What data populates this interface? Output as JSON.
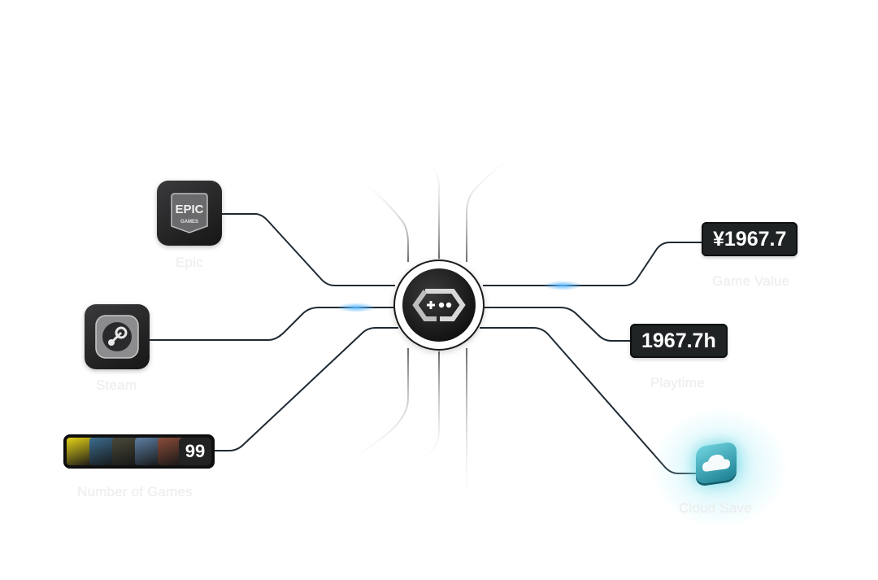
{
  "sources": {
    "epic": {
      "label": "Epic",
      "logo_top": "EPIC",
      "logo_bottom": "GAMES"
    },
    "steam": {
      "label": "Steam"
    },
    "games": {
      "label": "Number of Games",
      "count": "99"
    }
  },
  "hub": {
    "icon": "controller-link-icon"
  },
  "metrics": {
    "game_value": {
      "value": "¥1967.7",
      "label": "Game Value"
    },
    "playtime": {
      "value": "1967.7h",
      "label": "Playtime"
    },
    "cloud_save": {
      "label": "Cloud Save",
      "icon": "cloud-icon"
    }
  },
  "colors": {
    "line": "#1f2a33",
    "fade_line": "#c8c8c8",
    "pulse": "#5ab8ff",
    "tile": "#242426",
    "chip": "#1f2324",
    "cloud": "#4fc3d2"
  },
  "cover_colors": [
    "#e5d21a",
    "#3c6d8f",
    "#4a4a3a",
    "#5d7fa3",
    "#8a4d3a"
  ]
}
